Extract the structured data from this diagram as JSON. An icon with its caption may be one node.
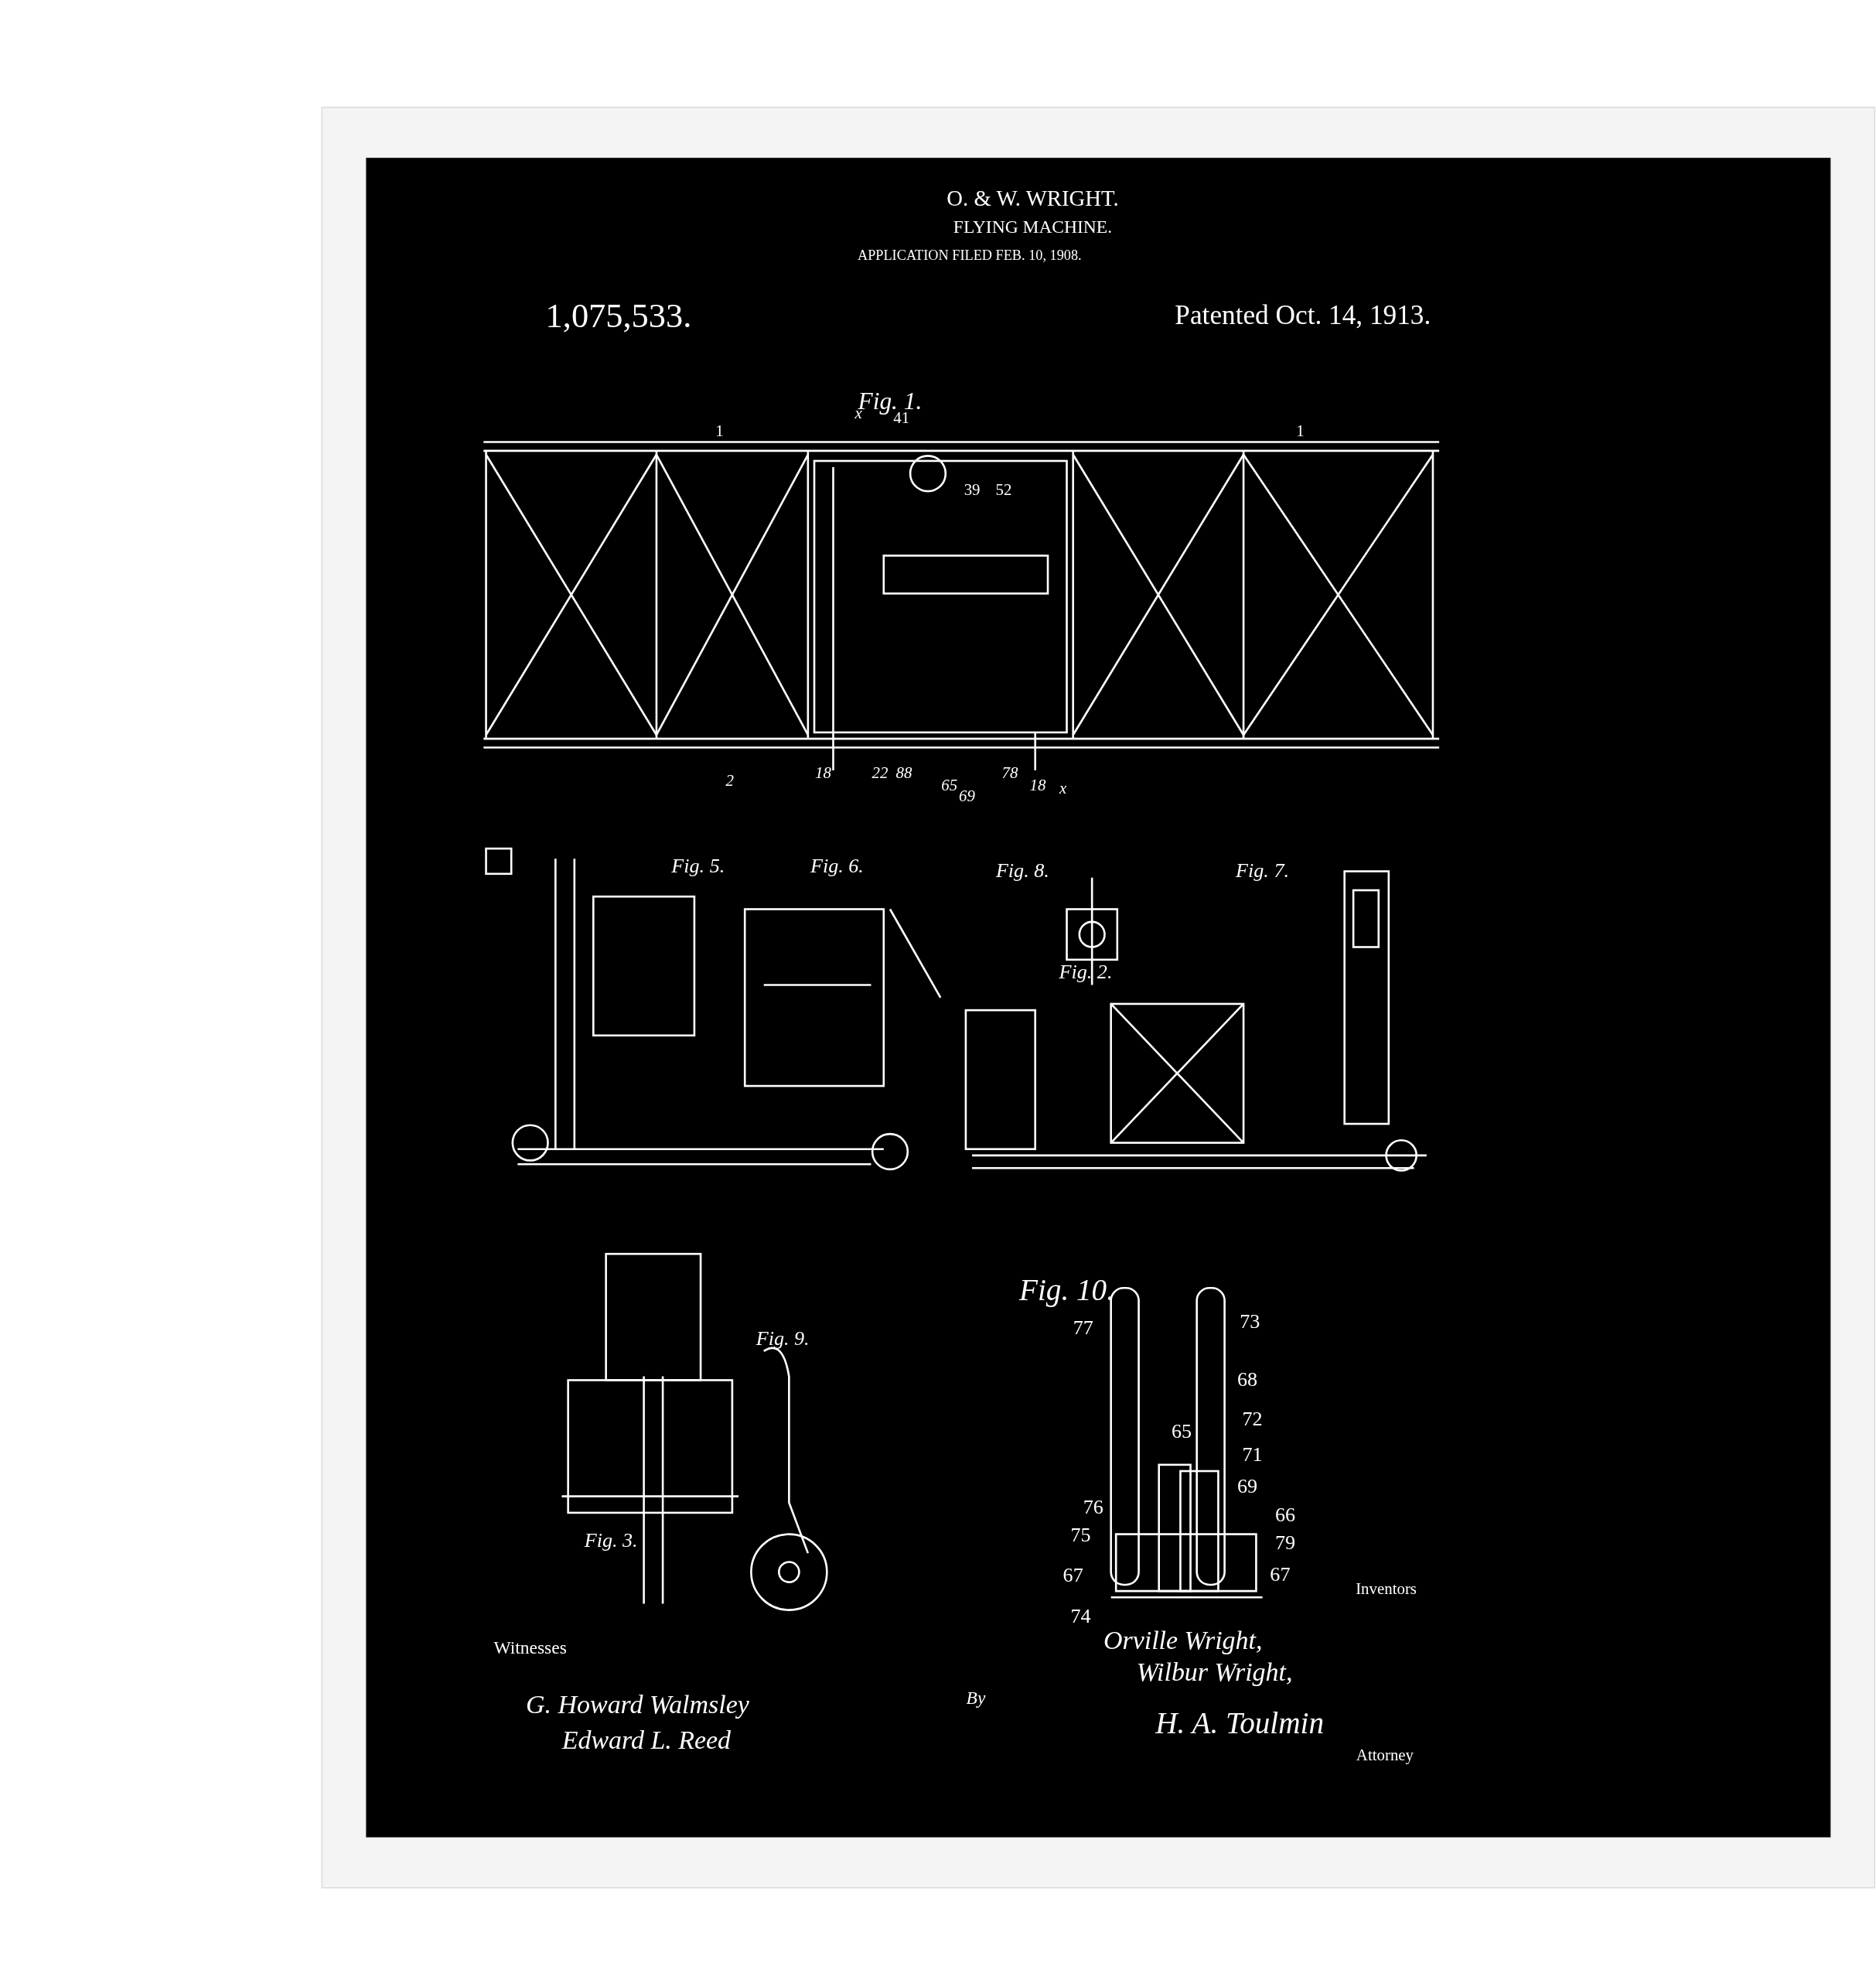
{
  "diagram": {
    "labels": [
      "O. & W. WRIGHT.",
      "FLYING MACHINE.",
      "APPLICATION FILED FEB. 10, 1908.",
      "1,075,533.",
      "Patented Oct. 14, 1913.",
      "Fig. 1.",
      "x",
      "1",
      "1",
      "41",
      "39",
      "52",
      "2",
      "18",
      "22",
      "88",
      "65",
      "69",
      "78",
      "18",
      "x",
      "Fig. 5.",
      "Fig. 6.",
      "Fig. 8.",
      "Fig. 7.",
      "Fig. 2.",
      "Fig. 9.",
      "Fig. 3.",
      "Fig. 10.",
      "77",
      "73",
      "68",
      "72",
      "65",
      "71",
      "69",
      "76",
      "75",
      "66",
      "79",
      "67",
      "74",
      "67",
      "Inventors",
      "Orville Wright,",
      "Wilbur Wright,",
      "By",
      "H. A. Toulmin",
      "Attorney",
      "Witnesses",
      "G. Howard Walmsley",
      "Edward L. Reed"
    ]
  }
}
